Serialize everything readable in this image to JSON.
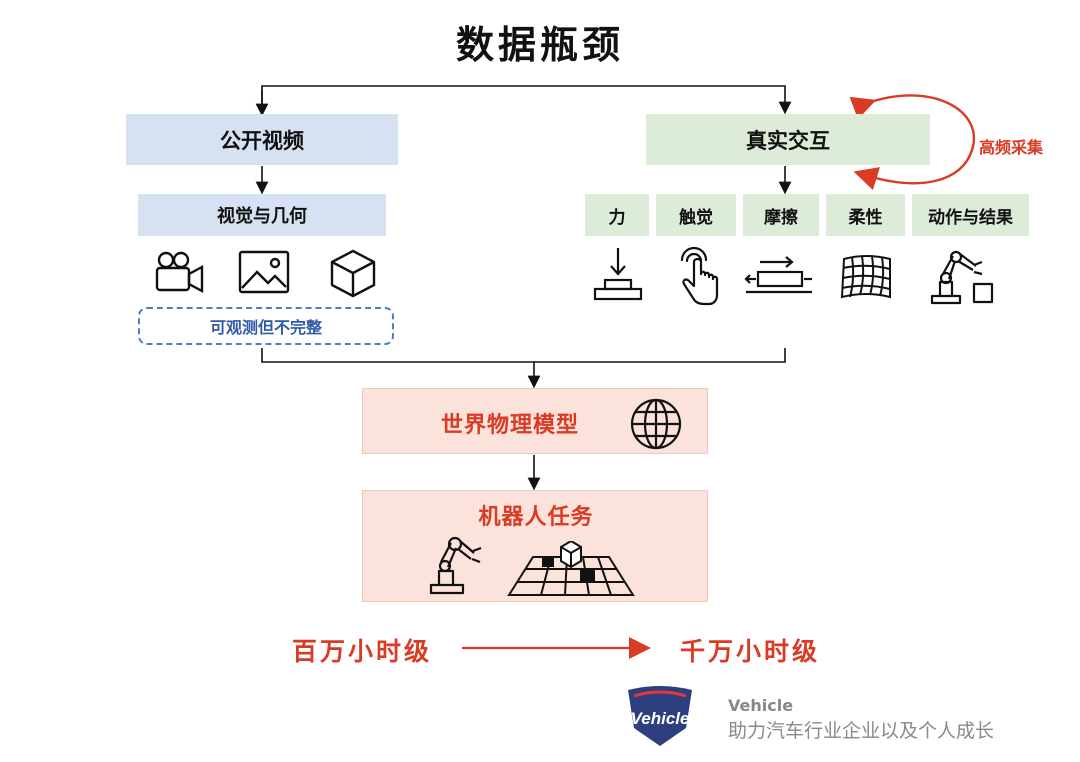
{
  "title": "数据瓶颈",
  "left": {
    "source": "公开视频",
    "modality": "视觉与几何",
    "icons": [
      "video-camera-icon",
      "image-icon",
      "cube-icon"
    ],
    "note": "可观测但不完整"
  },
  "right": {
    "source": "真实交互",
    "loop_label": "高频采集",
    "modalities": [
      "力",
      "触觉",
      "摩擦",
      "柔性",
      "动作与结果"
    ],
    "icons": [
      "force-press-icon",
      "touch-hand-icon",
      "friction-icon",
      "flexible-mesh-icon",
      "robot-arm-box-icon"
    ]
  },
  "model": {
    "label": "世界物理模型",
    "icon": "globe-icon"
  },
  "task": {
    "label": "机器人任务",
    "icons": [
      "robot-arm-icon",
      "grid-cube-icon"
    ]
  },
  "scale": {
    "from": "百万小时级",
    "to": "千万小时级"
  },
  "brand": {
    "logo_text": "Vehicle",
    "name": "Vehicle",
    "slogan": "助力汽车行业企业以及个人成长"
  },
  "colors": {
    "accent_red": "#d93b25",
    "blue_box": "#d6e1f2",
    "green_box": "#dcecd9",
    "pink_box": "#fbe2da",
    "dashed_blue": "#4f7cc7"
  }
}
